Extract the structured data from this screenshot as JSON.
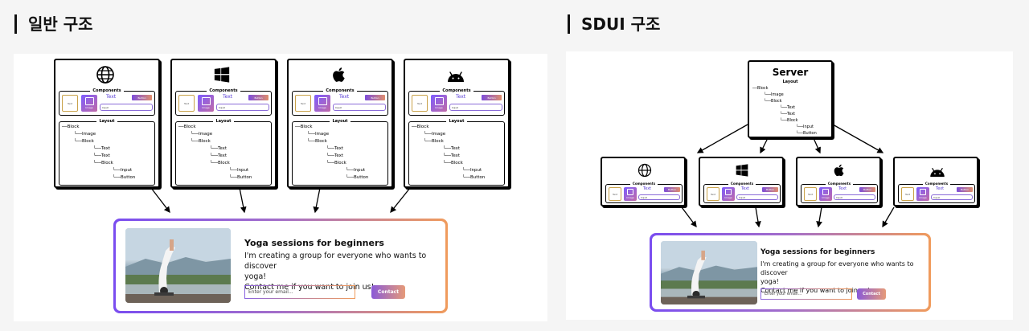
{
  "left_title": "일반 구조",
  "right_title": "SDUI 구조",
  "server_label": "Server",
  "components_label": "Components",
  "layout_label": "Layout",
  "chips": {
    "text_small": "Text",
    "image_small": "Image",
    "text_label": "Text",
    "button_small": "Button",
    "input_small": "Input"
  },
  "platforms": [
    "web-globe-icon",
    "windows-icon",
    "apple-icon",
    "android-icon"
  ],
  "tree": {
    "block1": "Block",
    "image": "Image",
    "block2": "Block",
    "text1": "Text",
    "text2": "Text",
    "block3": "Block",
    "input": "Input",
    "button": "Button"
  },
  "preview": {
    "title": "Yoga sessions for beginners",
    "desc_line1": "I'm creating a group for everyone who wants to discover",
    "desc_line2": "yoga!",
    "desc_line3": "Contact me if you want to join us!",
    "input_placeholder": "Enter your email...",
    "button_label": "Contact"
  },
  "colors": {
    "gradient_start": "#7a4df0",
    "gradient_end": "#f09b5c"
  }
}
